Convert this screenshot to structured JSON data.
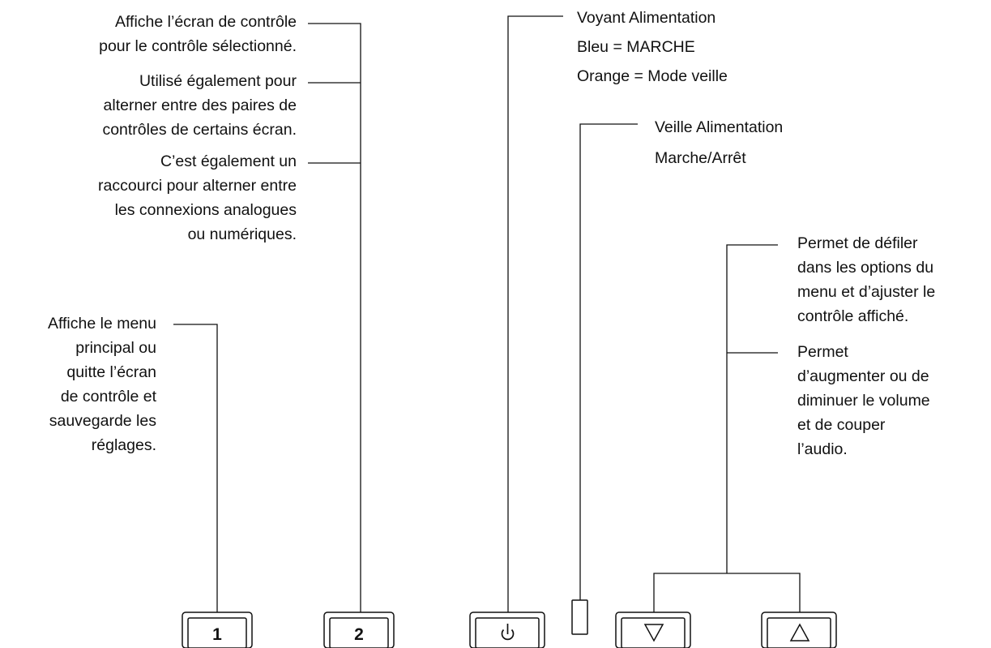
{
  "callouts": {
    "button2": {
      "lines": [
        "Affiche l’écran de contrôle",
        "pour le contrôle sélectionné.",
        "Utilisé également pour",
        "alterner entre des paires de",
        "contrôles de certains écran.",
        "C’est également un",
        "raccourci pour alterner entre",
        "les connexions analogues",
        "ou numériques."
      ]
    },
    "button1": {
      "lines": [
        "Affiche le menu",
        "principal ou",
        "quitte l’écran",
        "de contrôle et",
        "sauvegarde les",
        "réglages."
      ]
    },
    "power_led": {
      "lines": [
        "Voyant Alimentation",
        "Bleu = MARCHE",
        "Orange = Mode veille"
      ]
    },
    "standby": {
      "lines": [
        "Veille Alimentation",
        "Marche/Arrêt"
      ]
    },
    "arrows": {
      "lines": [
        "Permet de défiler",
        "dans les options du",
        "menu et d’ajuster le",
        "contrôle affiché.",
        "Permet",
        "d’augmenter ou de",
        "diminuer le volume",
        "et de couper",
        "l’audio."
      ]
    }
  },
  "buttons": [
    {
      "label": "1",
      "icon": "digit-1"
    },
    {
      "label": "2",
      "icon": "digit-2"
    },
    {
      "label": "",
      "icon": "power-icon"
    },
    {
      "label": "",
      "icon": "power-switch-icon"
    },
    {
      "label": "",
      "icon": "triangle-down-icon"
    },
    {
      "label": "",
      "icon": "triangle-up-icon"
    }
  ],
  "colors": {
    "ink": "#111111",
    "background": "#ffffff"
  }
}
